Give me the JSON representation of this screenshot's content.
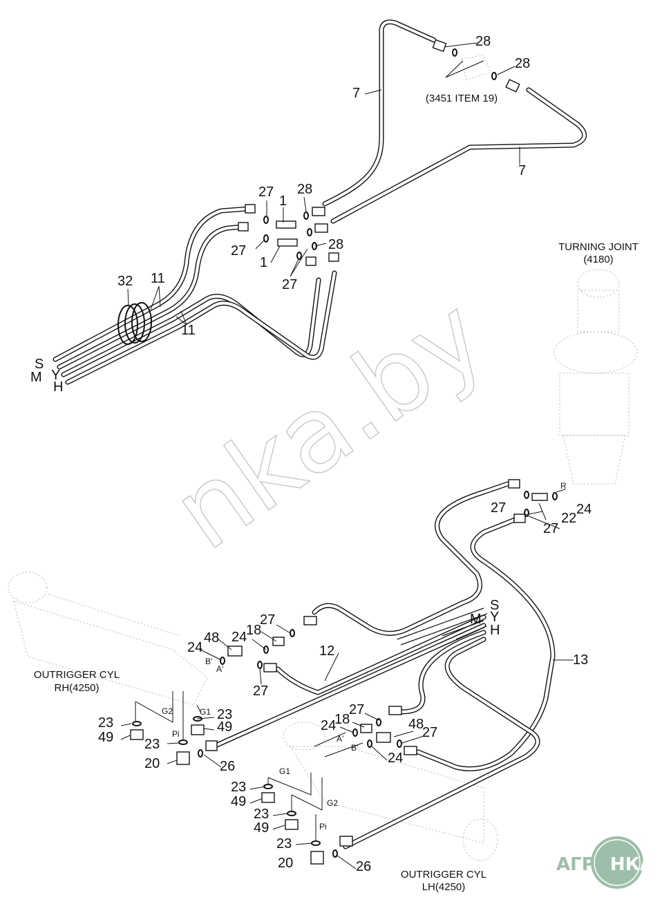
{
  "labels": [
    "28",
    "28",
    "(3451 ITEM 19)",
    "7",
    "7",
    "27",
    "28",
    "1",
    "27",
    "1",
    "28",
    "27",
    "32",
    "11",
    "11",
    "S",
    "M",
    "Y",
    "H",
    "TURNING JOINT",
    "(4180)",
    "R",
    "24",
    "27",
    "22",
    "27",
    "S",
    "M",
    "Y",
    "H",
    "13",
    "27",
    "18",
    "48",
    "24",
    "24",
    "12",
    "B'",
    "A'",
    "27",
    "OUTRIGGER CYL",
    "RH(4250)",
    "G2",
    "G1",
    "23",
    "23",
    "49",
    "Pi",
    "49",
    "23",
    "20",
    "26",
    "27",
    "18",
    "24",
    "48",
    "27",
    "A'",
    "B'",
    "24",
    "G1",
    "23",
    "G2",
    "49",
    "23",
    "49",
    "Pi",
    "23",
    "20",
    "26",
    "OUTRIGGER CYL",
    "LH(4250)"
  ],
  "watermark": "nka.by",
  "logo": "АГРОНКА",
  "colors": {
    "line": "#111111",
    "ghost": "#b8b8b8",
    "logo": "#9dbfa9"
  }
}
